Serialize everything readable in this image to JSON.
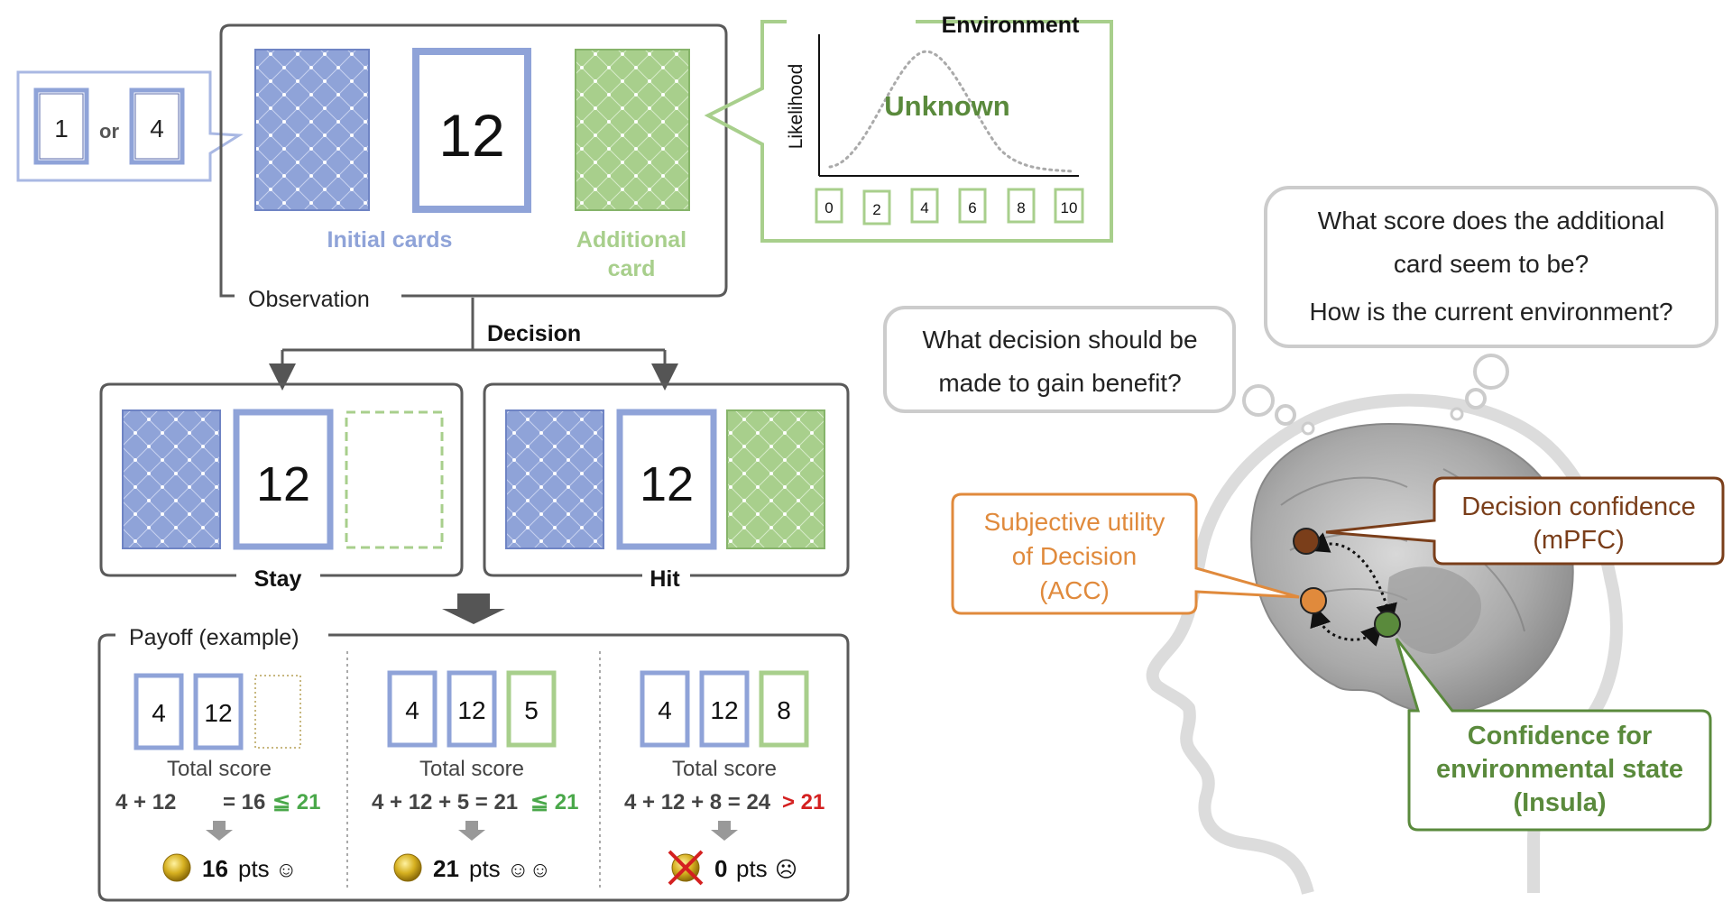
{
  "hidden_cards": {
    "first": "1",
    "or": "or",
    "second": "4"
  },
  "observation": {
    "visible_card": "12",
    "initial_label": "Initial cards",
    "additional_label_1": "Additional",
    "additional_label_2": "card",
    "title": "Observation"
  },
  "environment": {
    "title": "Environment",
    "ylabel": "Likelihood",
    "curve_label": "Unknown",
    "ticks": [
      "0",
      "2",
      "4",
      "6",
      "8",
      "10"
    ]
  },
  "decision": {
    "label": "Decision",
    "stay": {
      "label": "Stay",
      "card": "12"
    },
    "hit": {
      "label": "Hit",
      "card": "12"
    }
  },
  "payoff": {
    "title": "Payoff (example)",
    "columns": [
      {
        "cards": [
          "4",
          "12",
          ""
        ],
        "total_label": "Total score",
        "eq_left": "4 + 12",
        "eq_mid": "= 16",
        "eq_sym": "≦ 21",
        "pts_value": "16",
        "pts_unit": "pts",
        "face": "☺"
      },
      {
        "cards": [
          "4",
          "12",
          "5"
        ],
        "total_label": "Total score",
        "eq_left": "4 + 12 + 5 = 21",
        "eq_mid": "",
        "eq_sym": "≦ 21",
        "pts_value": "21",
        "pts_unit": "pts",
        "face": "☺☺"
      },
      {
        "cards": [
          "4",
          "12",
          "8"
        ],
        "total_label": "Total score",
        "eq_left": "4 + 12 + 8 = 24",
        "eq_mid": "",
        "eq_sym": "> 21",
        "pts_value": "0",
        "pts_unit": "pts",
        "face": "☹"
      }
    ]
  },
  "thoughts": {
    "score_q1": "What score does the additional",
    "score_q2": "card seem to be?",
    "env_q": "How is the current environment?",
    "decision_q1": "What decision should be",
    "decision_q2": "made to gain benefit?"
  },
  "brain": {
    "acc_1": "Subjective utility",
    "acc_2": "of Decision",
    "acc_3": "(ACC)",
    "mpfc_1": "Decision confidence",
    "mpfc_2": "(mPFC)",
    "insula_1": "Confidence for",
    "insula_2": "environmental state",
    "insula_3": "(Insula)"
  },
  "colors": {
    "blue": "#8fa3d8",
    "blue_text": "#8fa3d8",
    "green": "#a8cf8c",
    "green_text": "#8bbd6a",
    "dark_green": "#5a8a3c",
    "orange": "#e08a3c",
    "brown": "#7a3e1a",
    "red": "#d42020",
    "green_math": "#4aa84a",
    "gray_frame": "#5a5a5a",
    "bubble": "#c8c8c8"
  }
}
